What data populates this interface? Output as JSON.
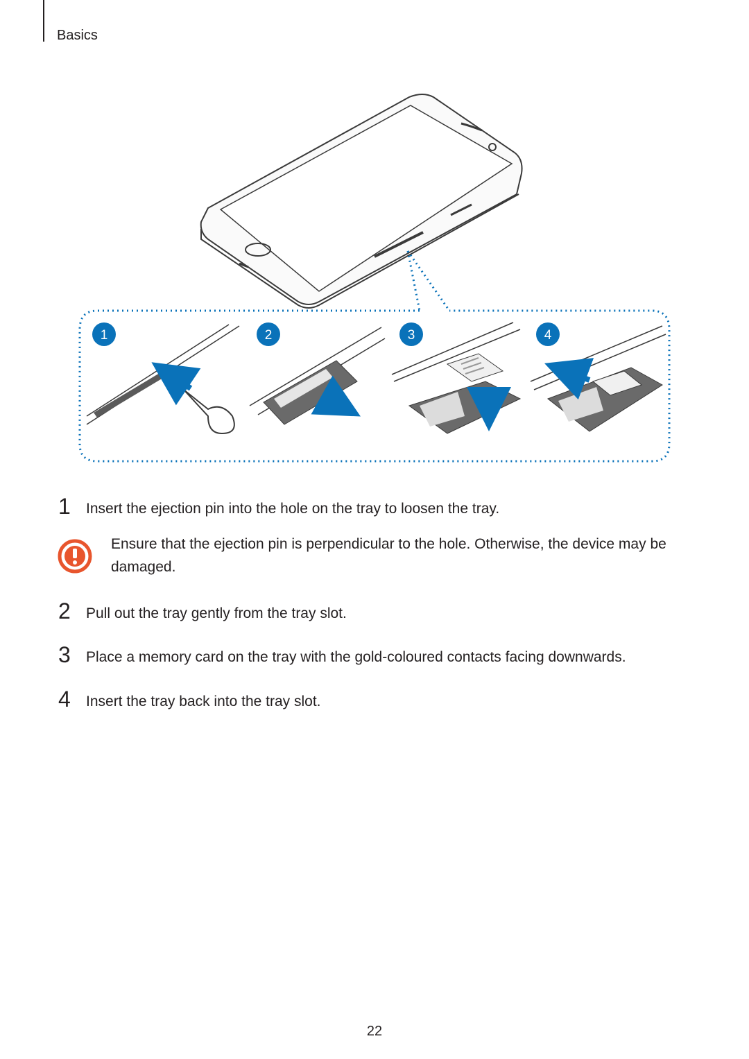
{
  "header": {
    "section": "Basics"
  },
  "figure": {
    "panel_numbers": [
      "1",
      "2",
      "3",
      "4"
    ],
    "colors": {
      "accent": "#0a72b9",
      "line": "#3a3a3a",
      "tray": "#5a5a5a"
    }
  },
  "steps": [
    {
      "num": "1",
      "text": "Insert the ejection pin into the hole on the tray to loosen the tray."
    },
    {
      "num": "2",
      "text": "Pull out the tray gently from the tray slot."
    },
    {
      "num": "3",
      "text": "Place a memory card on the tray with the gold-coloured contacts facing downwards."
    },
    {
      "num": "4",
      "text": "Insert the tray back into the tray slot."
    }
  ],
  "caution": {
    "icon": "caution-icon",
    "color": "#e8552d",
    "text": "Ensure that the ejection pin is perpendicular to the hole. Otherwise, the device may be damaged."
  },
  "footer": {
    "page_number": "22"
  }
}
